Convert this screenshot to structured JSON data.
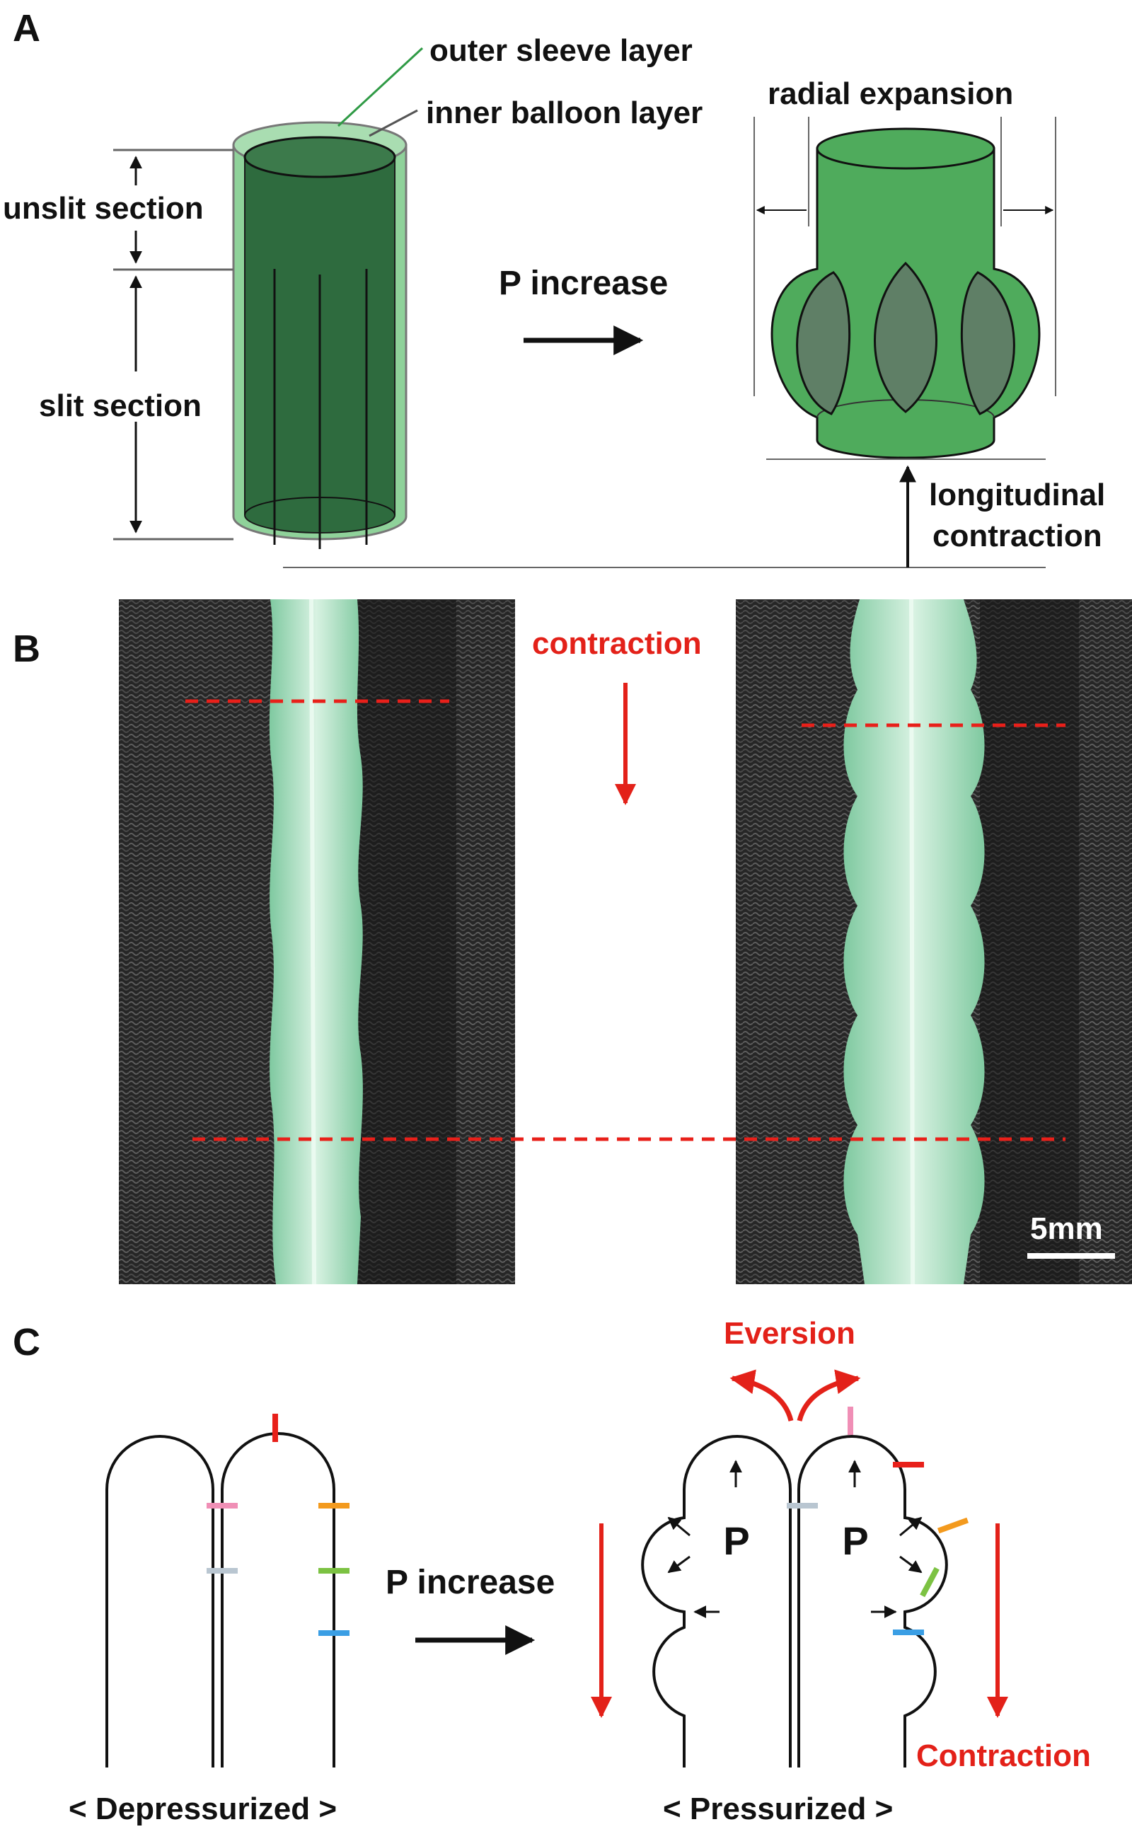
{
  "panels": {
    "a": {
      "letter": "A",
      "outer_sleeve": "outer sleeve layer",
      "inner_balloon": "inner balloon layer",
      "unslit_section": "unslit section",
      "slit_section": "slit section",
      "p_increase": "P increase",
      "radial_expansion": "radial expansion",
      "longitudinal_line1": "longitudinal",
      "longitudinal_line2": "contraction"
    },
    "b": {
      "letter": "B",
      "contraction": "contraction",
      "scale_bar": "5mm"
    },
    "c": {
      "letter": "C",
      "eversion": "Eversion",
      "p_increase": "P increase",
      "pressure_left": "P",
      "pressure_right": "P",
      "contraction": "Contraction",
      "depressurized": "< Depressurized >",
      "pressurized": "< Pressurized >"
    }
  },
  "colors": {
    "tube_dark": "#2e6b3e",
    "tube_light": "#8fd29a",
    "expanded_green": "#4fab5c",
    "photo_tube": "#9ee0b8",
    "fabric": "#2b2b2b",
    "accent_red": "#e32119",
    "marker_red": "#e8201a",
    "marker_pink": "#f08fb6",
    "marker_orange": "#f39a1e",
    "marker_green": "#7cc242",
    "marker_blue": "#3a9ee4",
    "marker_gray": "#b9c6d1"
  }
}
